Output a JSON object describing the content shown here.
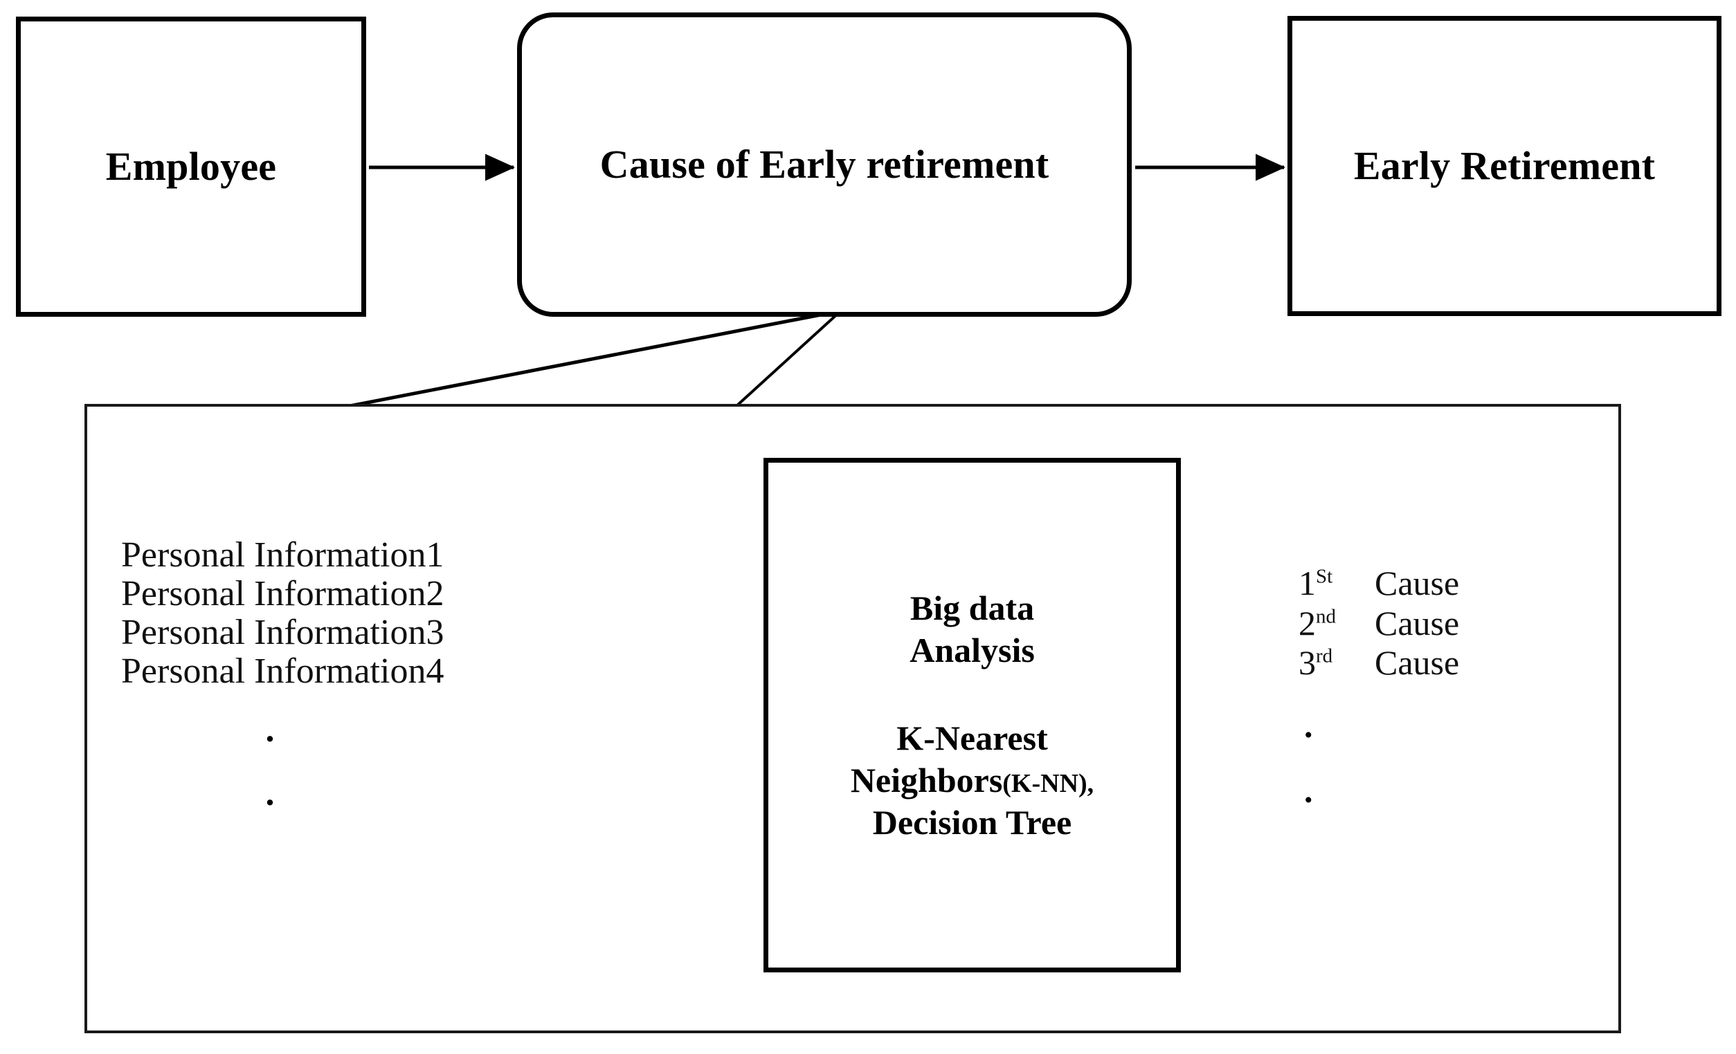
{
  "diagram": {
    "title": "Cause of Early Retirement Big Data Analysis Flow",
    "stroke_color": "#000000",
    "container_stroke_color": "#1a1a1a",
    "background_color": "#ffffff"
  },
  "top_flow": {
    "nodes": [
      {
        "id": "employee",
        "label": "Employee",
        "shape": "rectangle"
      },
      {
        "id": "cause",
        "label": "Cause of Early retirement",
        "shape": "rounded-rectangle"
      },
      {
        "id": "early_retirement",
        "label": "Early Retirement",
        "shape": "rectangle"
      }
    ],
    "arrows": [
      {
        "from": "employee",
        "to": "cause"
      },
      {
        "from": "cause",
        "to": "early_retirement"
      }
    ]
  },
  "detail_panel": {
    "inputs": {
      "items": [
        "Personal Information1",
        "Personal Information2",
        "Personal Information3",
        "Personal Information4"
      ],
      "continuation_dots": [
        ".",
        "."
      ]
    },
    "processor": {
      "heading_line1": "Big data",
      "heading_line2": "Analysis",
      "method_line1": "K-Nearest",
      "method_line2_main": "Neighbors",
      "method_line2_abbrev": "(K-NN),",
      "method_line3": "Decision Tree"
    },
    "outputs": {
      "items": [
        {
          "number": "1",
          "ordinal": "St",
          "label": "Cause"
        },
        {
          "number": "2",
          "ordinal": "nd",
          "label": "Cause"
        },
        {
          "number": "3",
          "ordinal": "rd",
          "label": "Cause"
        }
      ],
      "continuation_dots": [
        ".",
        "."
      ]
    },
    "arrows": [
      {
        "from": "inputs",
        "to": "processor"
      },
      {
        "from": "processor",
        "to": "outputs"
      }
    ],
    "connectors_to_cause_node": 2
  }
}
